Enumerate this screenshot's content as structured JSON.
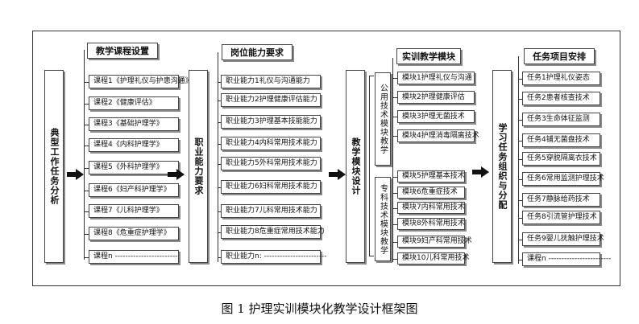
{
  "col1": {
    "header": "教学课程设置",
    "items": [
      "课程1《护理礼仪与护患沟通》",
      "课程2《健康评估》",
      "课程3《基础护理学》",
      "课程4《内科护理学》",
      "课程5《外科护理学》",
      "课程6《妇产科护理学》",
      "课程7《儿科护理学》",
      "课程8《危重症护理学》",
      "课程n ------------------------"
    ]
  },
  "col2": {
    "header": "岗位能力要求",
    "items": [
      "职业能力1礼仪与沟通能力",
      "职业能力2护理健康评估能力",
      "职业能力3护理基本技能能力",
      "职业能力4内科常用技术能力",
      "职业能力5外科常用技术能力",
      "职业能力6妇科常用技术能力",
      "职业能力7儿科常用技术能力",
      "职业能力8危重症常用技术能力",
      "职业能力n: ------------------------"
    ]
  },
  "col3": {
    "header": "实训教学模块",
    "public_label": "公用技术模块教学",
    "specialty_label": "专科技术模块教学",
    "public_items": [
      "模块1护理礼仪与沟通",
      "模块2护理健康评估",
      "模块3护理无菌技术",
      "模块4护理消毒隔离技术"
    ],
    "specialty_items": [
      "模块5护理基本技术",
      "模块6危重症技术",
      "模块7内科常用技术",
      "模块8外科常用技术",
      "模块9妇产科常用技术",
      "模块10儿科常用技术"
    ]
  },
  "col4": {
    "header": "任务项目安排",
    "items": [
      "任务1护理礼仪姿态",
      "任务2患者核查技术",
      "任务3生命体征监测",
      "任务4铺无菌盘技术",
      "任务5穿脱隔离衣技术",
      "任务6常用监测护理技术",
      "任务7静脉给药技术",
      "任务8引流管护理技术",
      "任务9婴儿抚触护理技术",
      "课程n ------------------------"
    ]
  },
  "side": {
    "left": "典型工作任务分析",
    "mid1": "职业能力要求",
    "mid2": "教学模块设计",
    "right": "学习任务组织与分配"
  },
  "caption": "图 1  护理实训模块化教学设计框架图"
}
